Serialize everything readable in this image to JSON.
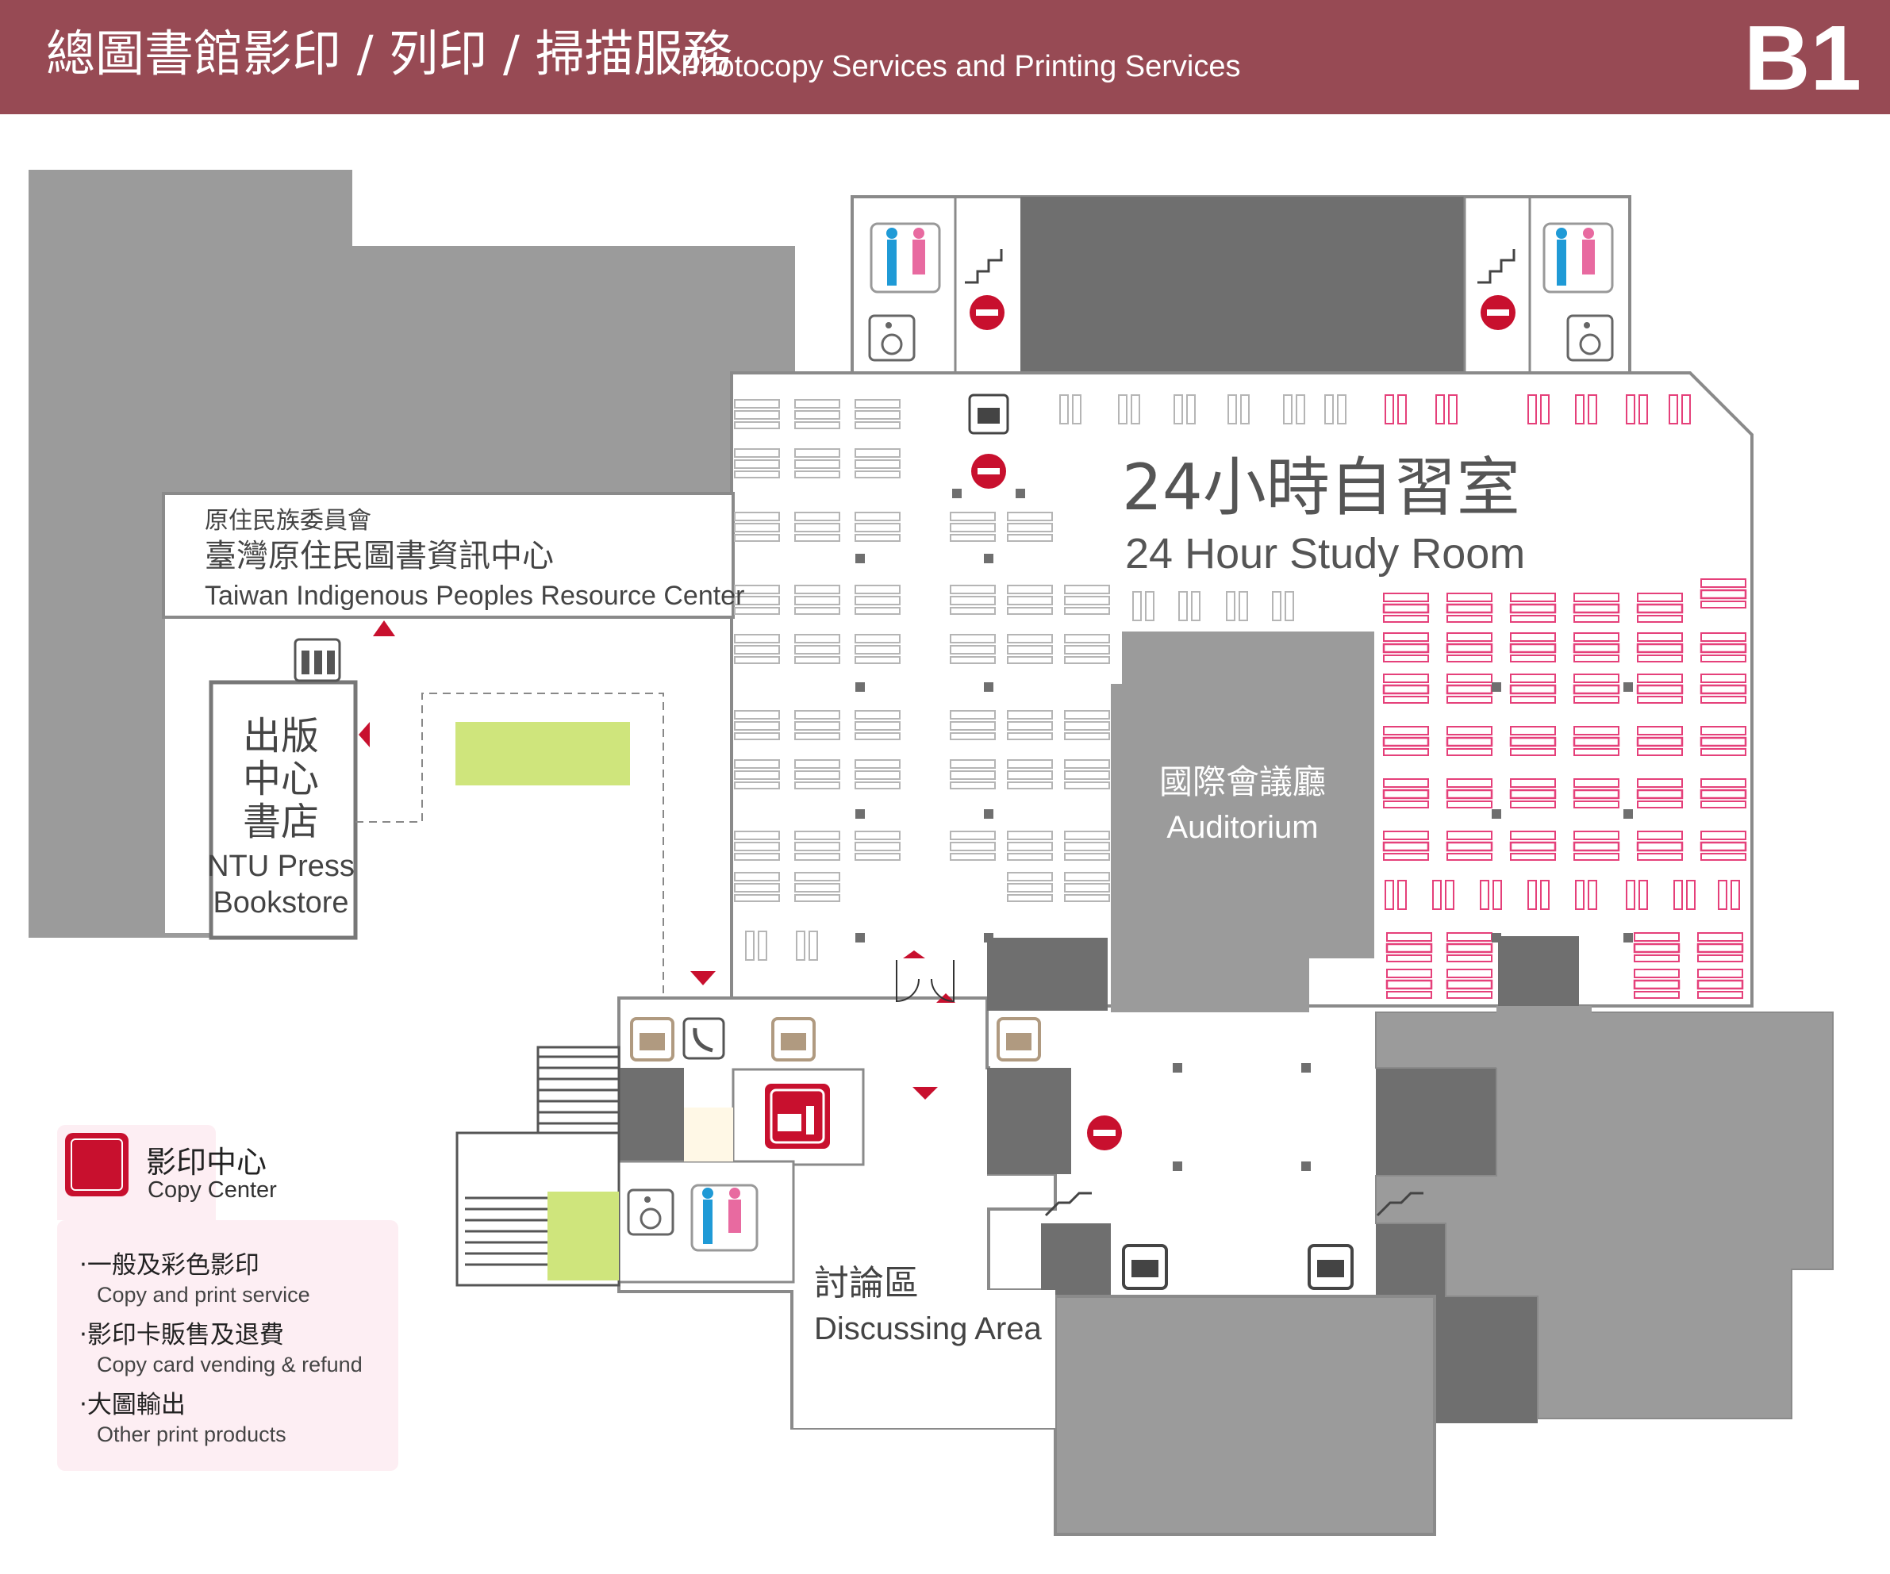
{
  "header": {
    "title_zh": "總圖書館影印 / 列印 / 掃描服務",
    "title_en": "Photocopy Services and Printing Services",
    "floor": "B1"
  },
  "colors": {
    "header": "#974a54",
    "wall_gray": "#9b9b9b",
    "dark_gray": "#6f6f6f",
    "accent_red": "#c8102e",
    "pink_seats": "#e5407a",
    "green": "#cfe57c",
    "legend_bg": "#fdeef3"
  },
  "rooms": {
    "study_zh": "24小時自習室",
    "study_en": "24 Hour Study Room",
    "auditorium_zh": "國際會議廳",
    "auditorium_en": "Auditorium",
    "indigenous_small": "原住民族委員會",
    "indigenous_zh": "臺灣原住民圖書資訊中心",
    "indigenous_en": "Taiwan Indigenous Peoples Resource Center",
    "bookstore_zh": [
      "出版",
      "中心",
      "書店"
    ],
    "bookstore_en": [
      "NTU Press",
      "Bookstore"
    ],
    "discuss_zh": "討論區",
    "discuss_en": "Discussing Area"
  },
  "icons": [
    "restroom-icon",
    "wheelchair-icon",
    "stairs-icon",
    "no-entry-icon",
    "elevator-icon",
    "locker-icon",
    "phone-icon",
    "copy-center-icon",
    "escalator-icon"
  ],
  "legend": {
    "title_zh": "影印中心",
    "title_en": "Copy Center",
    "services": [
      {
        "zh": "‧一般及彩色影印",
        "en": "Copy and print service"
      },
      {
        "zh": "‧影印卡販售及退費",
        "en": "Copy card vending & refund"
      },
      {
        "zh": "‧大圖輸出",
        "en": "Other print products"
      }
    ]
  }
}
